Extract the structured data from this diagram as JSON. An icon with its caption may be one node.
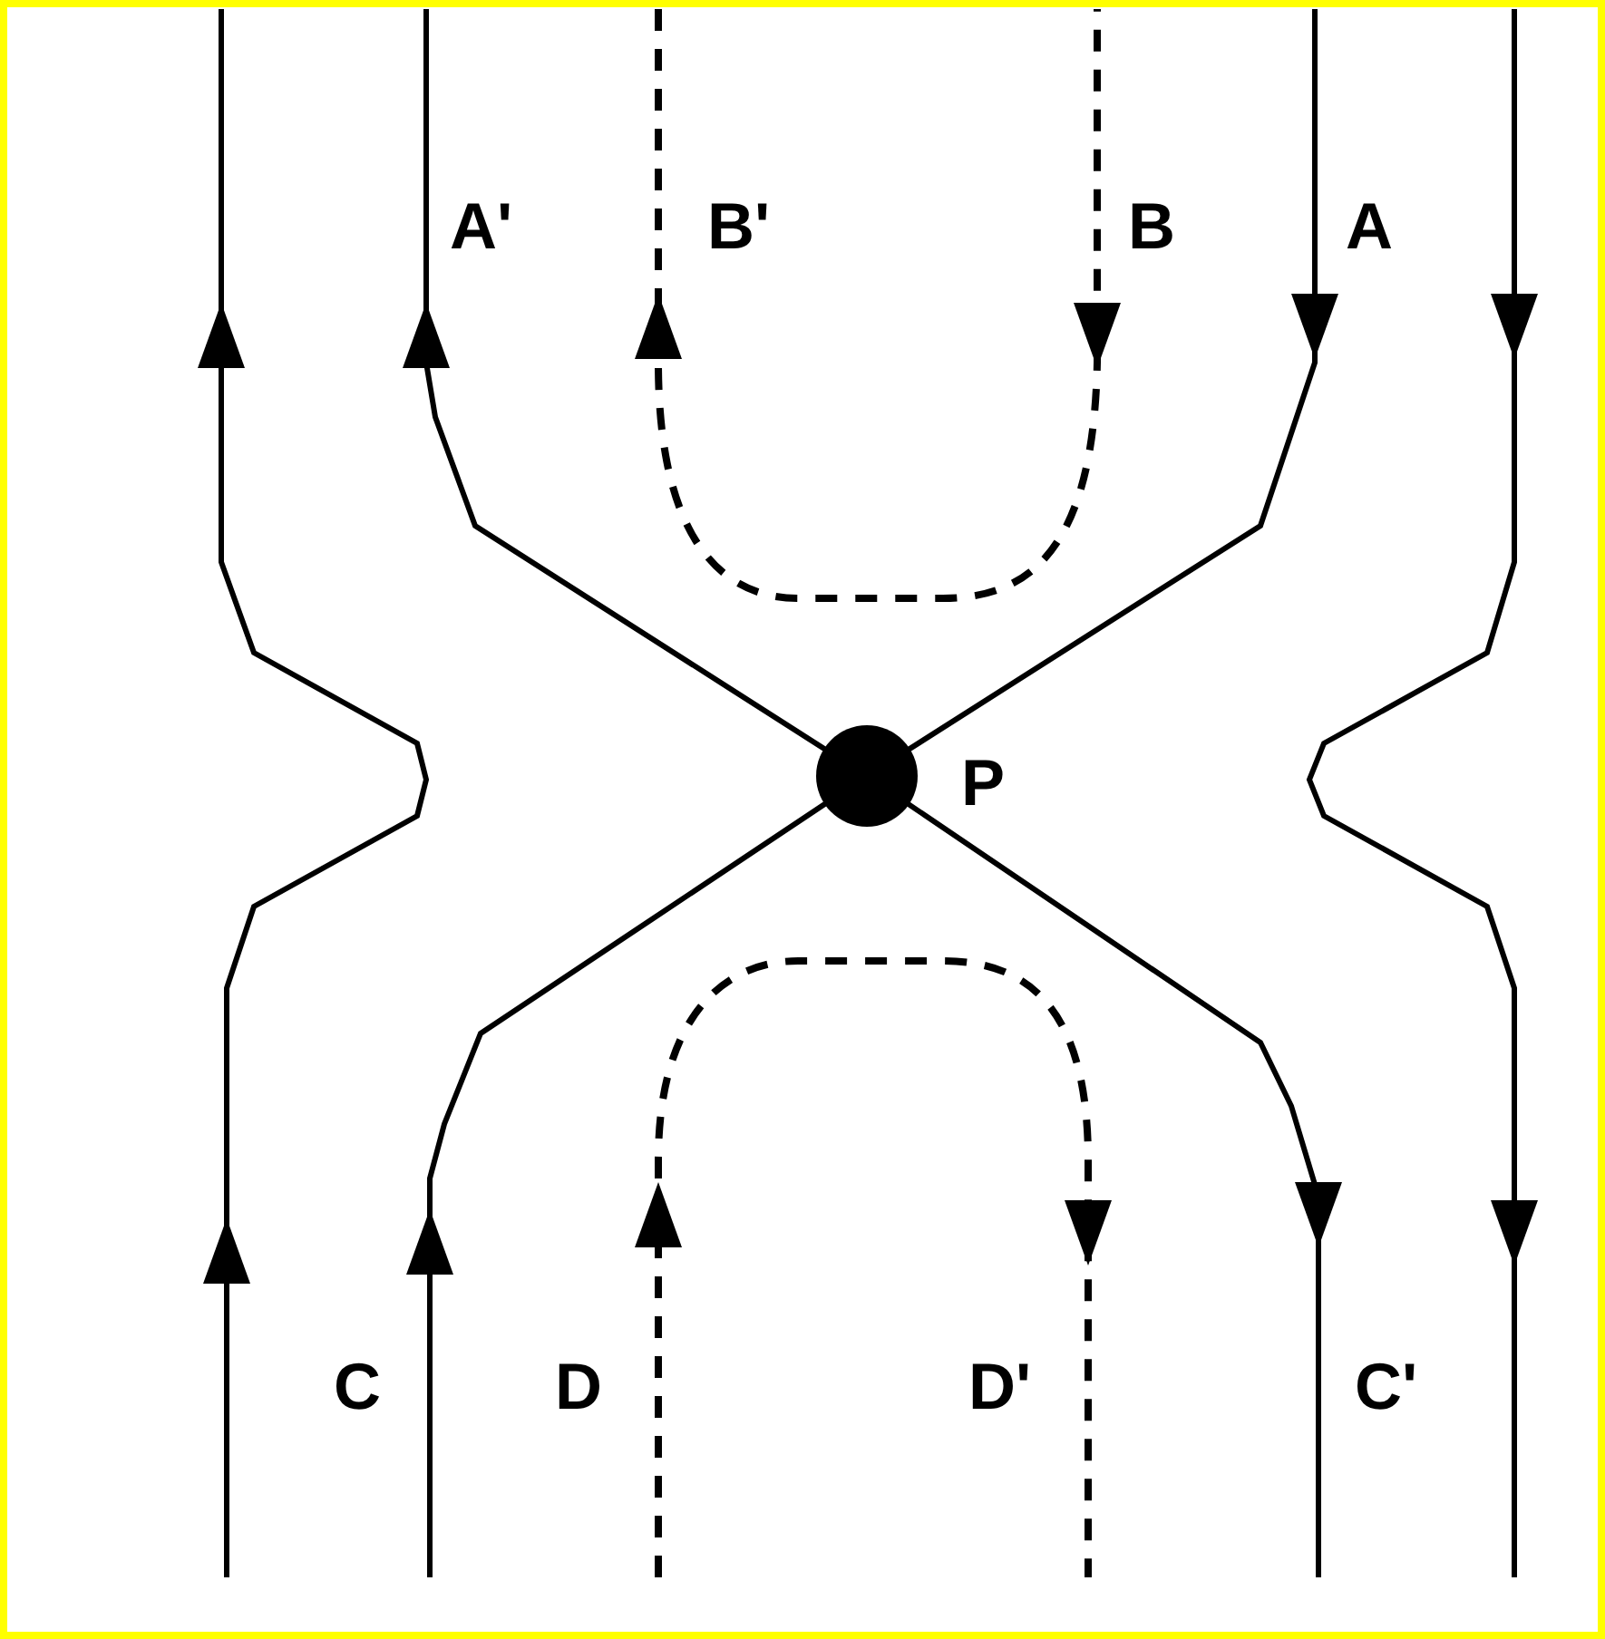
{
  "diagram": {
    "labels": [
      "A'",
      "B'",
      "B",
      "A",
      "P",
      "C",
      "D",
      "D'",
      "C'"
    ]
  }
}
